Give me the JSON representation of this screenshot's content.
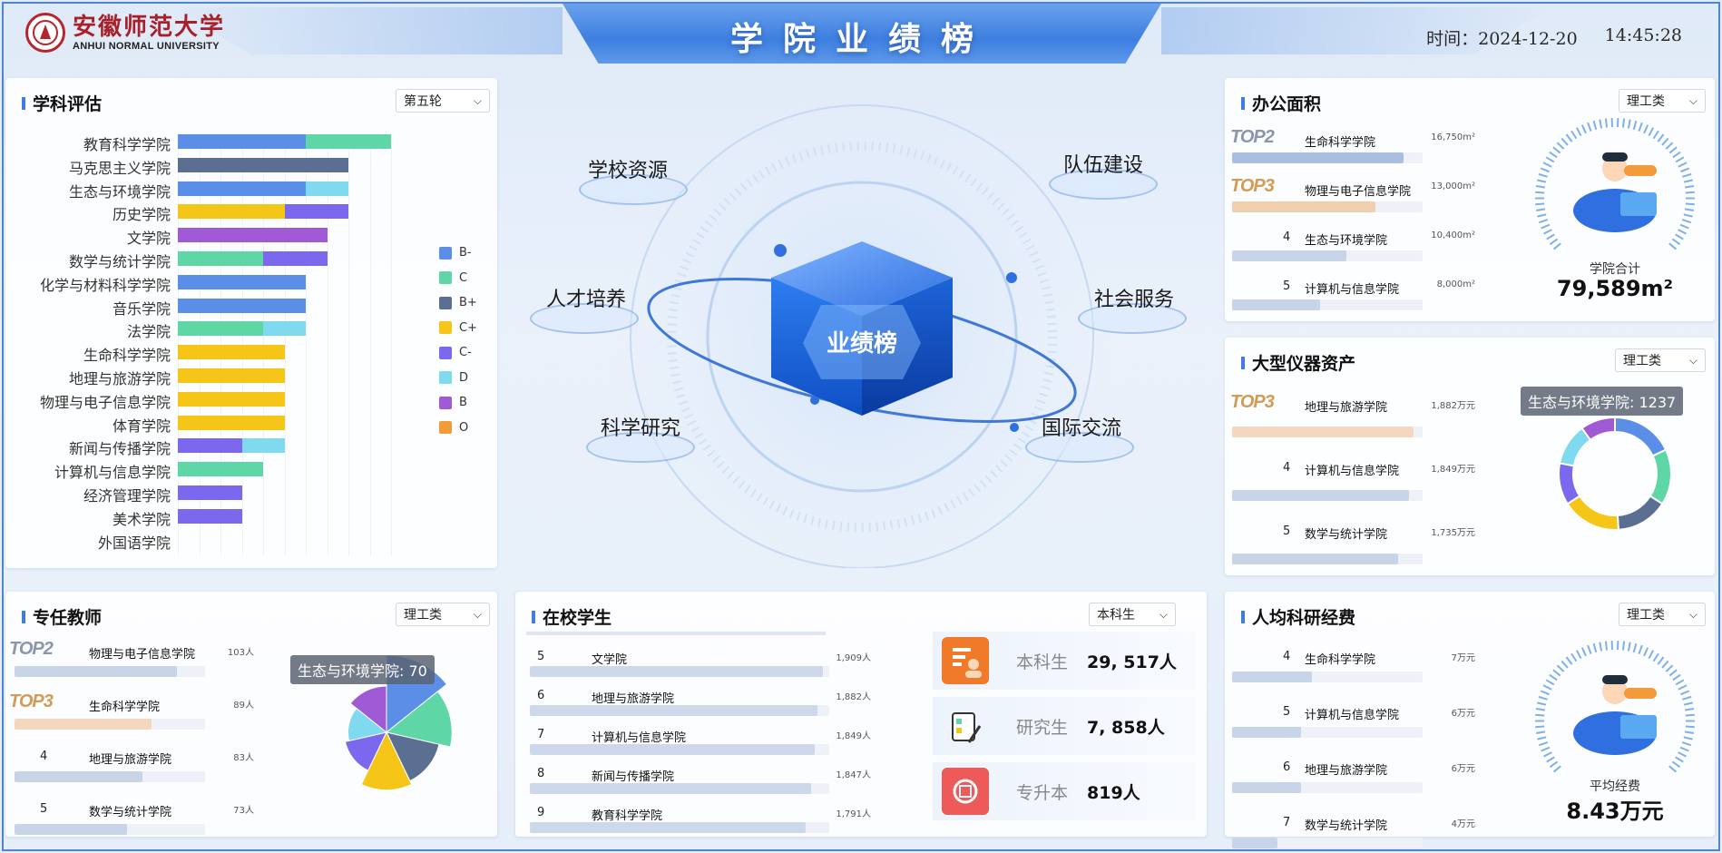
{
  "header": {
    "logo_cn": "安徽师范大学",
    "logo_en": "ANHUI NORMAL UNIVERSITY",
    "title": "学院业绩榜",
    "time_label": "时间：",
    "date": "2024-12-20",
    "clock": "14:45:28"
  },
  "evaluation": {
    "title": "学科评估",
    "dropdown": "第五轮",
    "legend": [
      {
        "label": "B-",
        "color": "#5b8ee6"
      },
      {
        "label": "C",
        "color": "#5ed6a6"
      },
      {
        "label": "B+",
        "color": "#5a6f92"
      },
      {
        "label": "C+",
        "color": "#f5c518"
      },
      {
        "label": "C-",
        "color": "#7b68ee"
      },
      {
        "label": "D",
        "color": "#7fd9ef"
      },
      {
        "label": "B",
        "color": "#a05ad6"
      },
      {
        "label": "O",
        "color": "#f39a3a"
      }
    ],
    "rows": [
      {
        "name": "教育科学学院",
        "segs": [
          [
            "B-",
            6
          ],
          [
            "C",
            4
          ]
        ]
      },
      {
        "name": "马克思主义学院",
        "segs": [
          [
            "B+",
            8
          ]
        ]
      },
      {
        "name": "生态与环境学院",
        "segs": [
          [
            "B-",
            6
          ],
          [
            "D",
            2
          ]
        ]
      },
      {
        "name": "历史学院",
        "segs": [
          [
            "C+",
            5
          ],
          [
            "C-",
            3
          ]
        ]
      },
      {
        "name": "文学院",
        "segs": [
          [
            "B",
            7
          ]
        ]
      },
      {
        "name": "数学与统计学院",
        "segs": [
          [
            "C",
            4
          ],
          [
            "C-",
            3
          ]
        ]
      },
      {
        "name": "化学与材料科学学院",
        "segs": [
          [
            "B-",
            6
          ]
        ]
      },
      {
        "name": "音乐学院",
        "segs": [
          [
            "B-",
            6
          ]
        ]
      },
      {
        "name": "法学院",
        "segs": [
          [
            "C",
            4
          ],
          [
            "D",
            2
          ]
        ]
      },
      {
        "name": "生命科学学院",
        "segs": [
          [
            "C+",
            5
          ]
        ]
      },
      {
        "name": "地理与旅游学院",
        "segs": [
          [
            "C+",
            5
          ]
        ]
      },
      {
        "name": "物理与电子信息学院",
        "segs": [
          [
            "C+",
            5
          ]
        ]
      },
      {
        "name": "体育学院",
        "segs": [
          [
            "C+",
            5
          ]
        ]
      },
      {
        "name": "新闻与传播学院",
        "segs": [
          [
            "C-",
            3
          ],
          [
            "D",
            2
          ]
        ]
      },
      {
        "name": "计算机与信息学院",
        "segs": [
          [
            "C",
            4
          ]
        ]
      },
      {
        "name": "经济管理学院",
        "segs": [
          [
            "C-",
            3
          ]
        ]
      },
      {
        "name": "美术学院",
        "segs": [
          [
            "C-",
            3
          ]
        ]
      },
      {
        "name": "外国语学院",
        "segs": []
      }
    ]
  },
  "center": {
    "cube_label": "业绩榜",
    "items": [
      "学校资源",
      "队伍建设",
      "人才培养",
      "社会服务",
      "科学研究",
      "国际交流"
    ]
  },
  "office": {
    "title": "办公面积",
    "dropdown": "理工类",
    "total_label": "学院合计",
    "total_value": "79,589m²",
    "rows": [
      {
        "rank": "TOP2",
        "name": "生命科学学院",
        "value": "16,750m²",
        "fill": 0.9,
        "color": "#aabfe0"
      },
      {
        "rank": "TOP3",
        "name": "物理与电子信息学院",
        "value": "13,000m²",
        "fill": 0.75,
        "color": "#f0cfae"
      },
      {
        "rank": "4",
        "name": "生态与环境学院",
        "value": "10,400m²",
        "fill": 0.6,
        "color": "#c8d4e8"
      },
      {
        "rank": "5",
        "name": "计算机与信息学院",
        "value": "8,000m²",
        "fill": 0.46,
        "color": "#c8d4e8"
      }
    ]
  },
  "equipment": {
    "title": "大型仪器资产",
    "dropdown": "理工类",
    "tooltip": "生态与环境学院: 1237",
    "rows": [
      {
        "rank": "TOP3",
        "name": "地理与旅游学院",
        "value": "1,882万元",
        "fill": 0.95,
        "color": "#f3d8bf"
      },
      {
        "rank": "4",
        "name": "计算机与信息学院",
        "value": "1,849万元",
        "fill": 0.93,
        "color": "#c8d4e8"
      },
      {
        "rank": "5",
        "name": "数学与统计学院",
        "value": "1,735万元",
        "fill": 0.87,
        "color": "#c8d4e8"
      }
    ],
    "donut": [
      {
        "value": 18,
        "color": "#5b8ee6"
      },
      {
        "value": 16,
        "color": "#5ed6a6"
      },
      {
        "value": 15,
        "color": "#5a6f92"
      },
      {
        "value": 17,
        "color": "#f5c518"
      },
      {
        "value": 12,
        "color": "#7b68ee"
      },
      {
        "value": 12,
        "color": "#7fd9ef"
      },
      {
        "value": 10,
        "color": "#a05ad6"
      }
    ]
  },
  "teachers": {
    "title": "专任教师",
    "dropdown": "理工类",
    "tooltip": "生态与环境学院: 70",
    "rows": [
      {
        "rank": "TOP2",
        "name": "物理与电子信息学院",
        "value": "103人",
        "fill": 0.85,
        "color": "#c8d4e8"
      },
      {
        "rank": "TOP3",
        "name": "生命科学学院",
        "value": "89人",
        "fill": 0.72,
        "color": "#f3d8bf"
      },
      {
        "rank": "4",
        "name": "地理与旅游学院",
        "value": "83人",
        "fill": 0.67,
        "color": "#c8d4e8"
      },
      {
        "rank": "5",
        "name": "数学与统计学院",
        "value": "73人",
        "fill": 0.59,
        "color": "#c8d4e8"
      }
    ],
    "rose": [
      {
        "value": 100,
        "color": "#5b8ee6"
      },
      {
        "value": 85,
        "color": "#5ed6a6"
      },
      {
        "value": 70,
        "color": "#5a6f92"
      },
      {
        "value": 75,
        "color": "#f5c518"
      },
      {
        "value": 55,
        "color": "#7b68ee"
      },
      {
        "value": 50,
        "color": "#7fd9ef"
      },
      {
        "value": 60,
        "color": "#a05ad6"
      }
    ]
  },
  "students": {
    "title": "在校学生",
    "dropdown": "本科生",
    "rows": [
      {
        "rank": "5",
        "name": "文学院",
        "value": "1,909人",
        "fill": 0.98
      },
      {
        "rank": "6",
        "name": "地理与旅游学院",
        "value": "1,882人",
        "fill": 0.96
      },
      {
        "rank": "7",
        "name": "计算机与信息学院",
        "value": "1,849人",
        "fill": 0.95
      },
      {
        "rank": "8",
        "name": "新闻与传播学院",
        "value": "1,847人",
        "fill": 0.94
      },
      {
        "rank": "9",
        "name": "教育科学学院",
        "value": "1,791人",
        "fill": 0.92
      }
    ],
    "stats": [
      {
        "label": "本科生",
        "value": "29, 517人",
        "icon": "document-person-icon",
        "color": "#f07a2a"
      },
      {
        "label": "研究生",
        "value": "7, 858人",
        "icon": "clipboard-pen-icon",
        "color": "#3c3c3c"
      },
      {
        "label": "专升本",
        "value": "819人",
        "icon": "book-cycle-icon",
        "color": "#ee5a5a"
      }
    ]
  },
  "funding": {
    "title": "人均科研经费",
    "dropdown": "理工类",
    "total_label": "平均经费",
    "total_value": "8.43万元",
    "rows": [
      {
        "rank": "4",
        "name": "生命科学学院",
        "value": "7万元",
        "fill": 0.42
      },
      {
        "rank": "5",
        "name": "计算机与信息学院",
        "value": "6万元",
        "fill": 0.36
      },
      {
        "rank": "6",
        "name": "地理与旅游学院",
        "value": "6万元",
        "fill": 0.36
      },
      {
        "rank": "7",
        "name": "数学与统计学院",
        "value": "4万元",
        "fill": 0.24
      }
    ]
  }
}
